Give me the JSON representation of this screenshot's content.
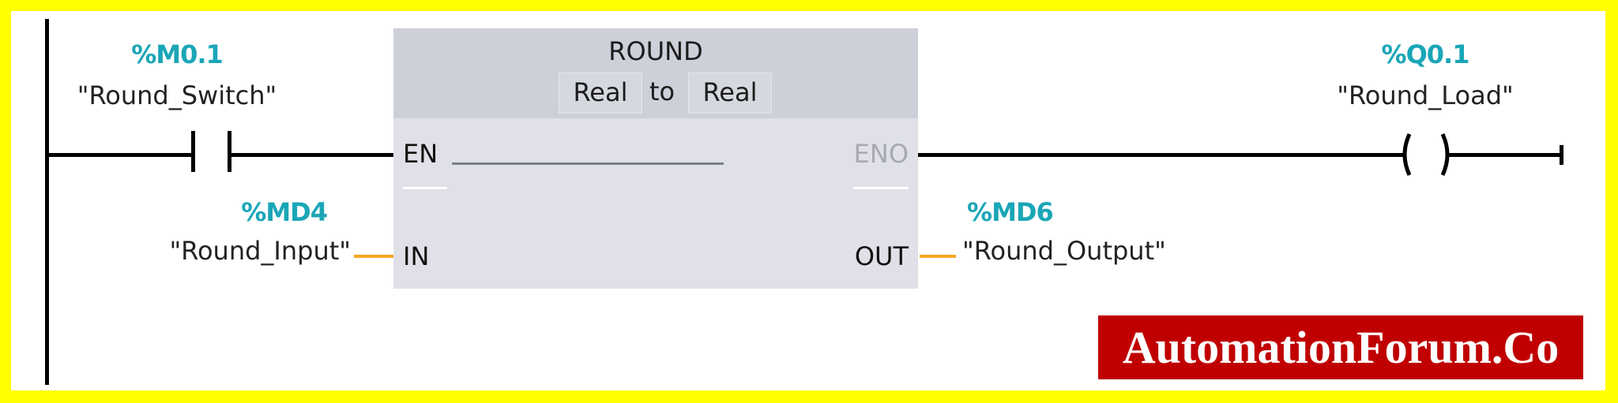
{
  "diagram": {
    "type": "ladder-logic-network",
    "contact": {
      "address": "%M0.1",
      "symbol": "\"Round_Switch\"",
      "kind": "normally-open-contact"
    },
    "block": {
      "title": "ROUND",
      "input_type": "Real",
      "connector": "to",
      "output_type": "Real",
      "pins": {
        "en": "EN",
        "eno": "ENO",
        "in": "IN",
        "out": "OUT"
      }
    },
    "input_operand": {
      "address": "%MD4",
      "symbol": "\"Round_Input\""
    },
    "output_operand": {
      "address": "%MD6",
      "symbol": "\"Round_Output\""
    },
    "coil": {
      "address": "%Q0.1",
      "symbol": "\"Round_Load\"",
      "kind": "output-coil"
    }
  },
  "watermark": {
    "text": "AutomationForum.Co"
  },
  "colors": {
    "frame": "#ffff00",
    "address": "#1aa6b7",
    "wire": "#000000",
    "data_wire": "#f5a623",
    "block_header": "#cdcfd9",
    "block_body": "#dfe0e8",
    "watermark_bg": "#c00000"
  }
}
